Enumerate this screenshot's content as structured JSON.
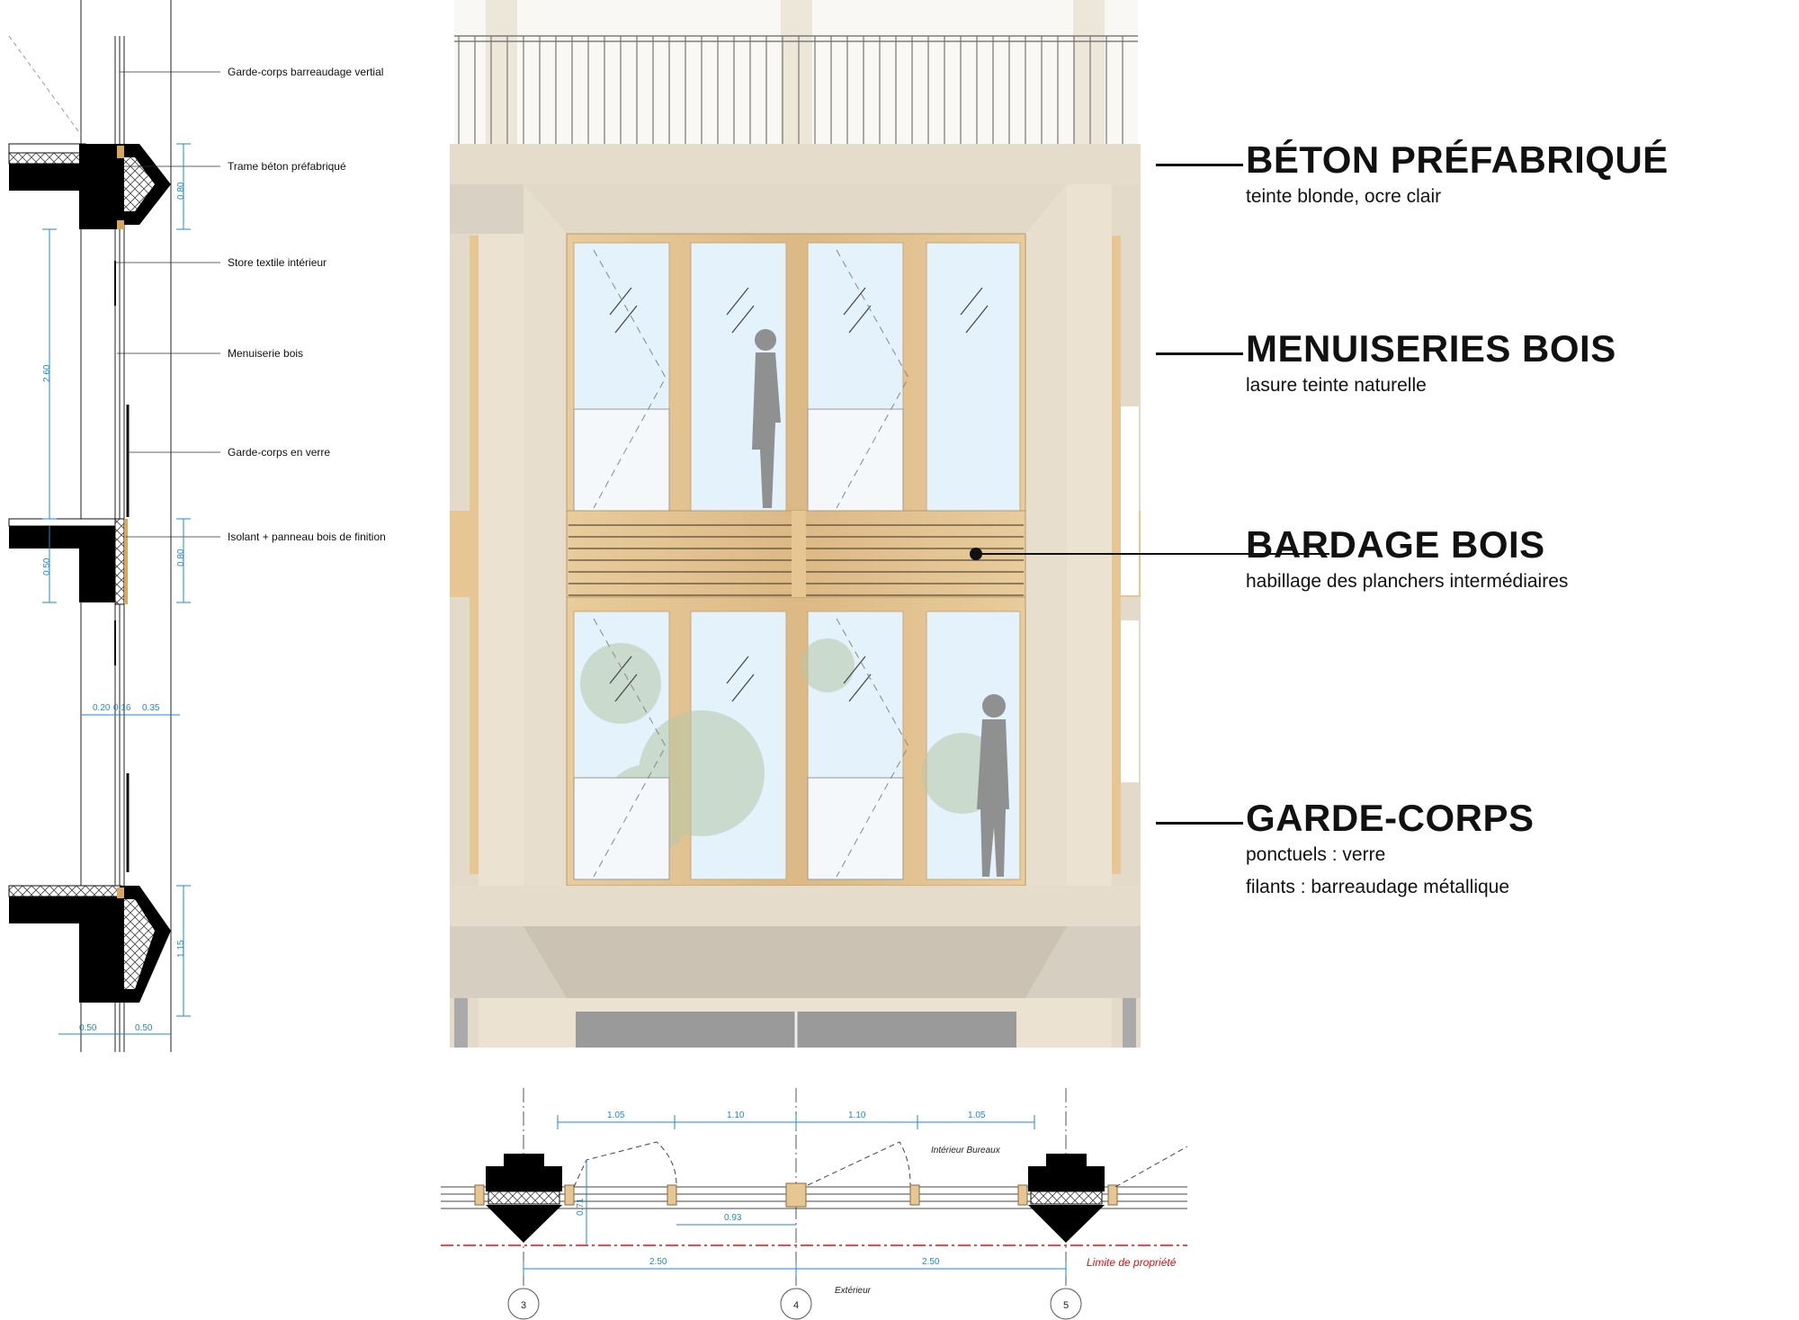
{
  "section": {
    "labels": [
      "Garde-corps barreaudage vertial",
      "Trame béton préfabriqué",
      "Store textile intérieur",
      "Menuiserie bois",
      "Garde-corps en verre",
      "Isolant + panneau bois de finition"
    ],
    "dims": {
      "top_right": "0.80",
      "height": "2.60",
      "mid_right": "0.80",
      "mid_left": "0.50",
      "bottom_right": "1.15",
      "h1": "0.20",
      "h2": "0.16",
      "h3": "0.35",
      "b1": "0.50",
      "b2": "0.50"
    }
  },
  "plan": {
    "top_dims": [
      "1.05",
      "1.10",
      "1.10",
      "1.05"
    ],
    "depth": "0.71",
    "opening": "0.93",
    "bays": [
      "2.50",
      "2.50"
    ],
    "interior": "Intérieur Bureaux",
    "exterior": "Extérieur",
    "limit": "Limite de propriété",
    "axes": [
      "3",
      "4",
      "5"
    ]
  },
  "legend": [
    {
      "title": "BÉTON PRÉFABRIQUÉ",
      "lines": [
        "teinte blonde, ocre clair"
      ]
    },
    {
      "title": "MENUISERIES BOIS",
      "lines": [
        "lasure teinte naturelle"
      ]
    },
    {
      "title": "BARDAGE BOIS",
      "lines": [
        "habillage des planchers intermédiaires"
      ]
    },
    {
      "title": "GARDE-CORPS",
      "lines": [
        "ponctuels : verre",
        "filants : barreaudage métallique"
      ]
    }
  ],
  "colors": {
    "concrete": "#ebe2d2",
    "concrete_dark": "#d7cfc1",
    "wood": "#e6c793",
    "glass": "#e3f2fb",
    "dimension": "#1e88d8",
    "limit": "#e01010",
    "text": "#111111"
  }
}
